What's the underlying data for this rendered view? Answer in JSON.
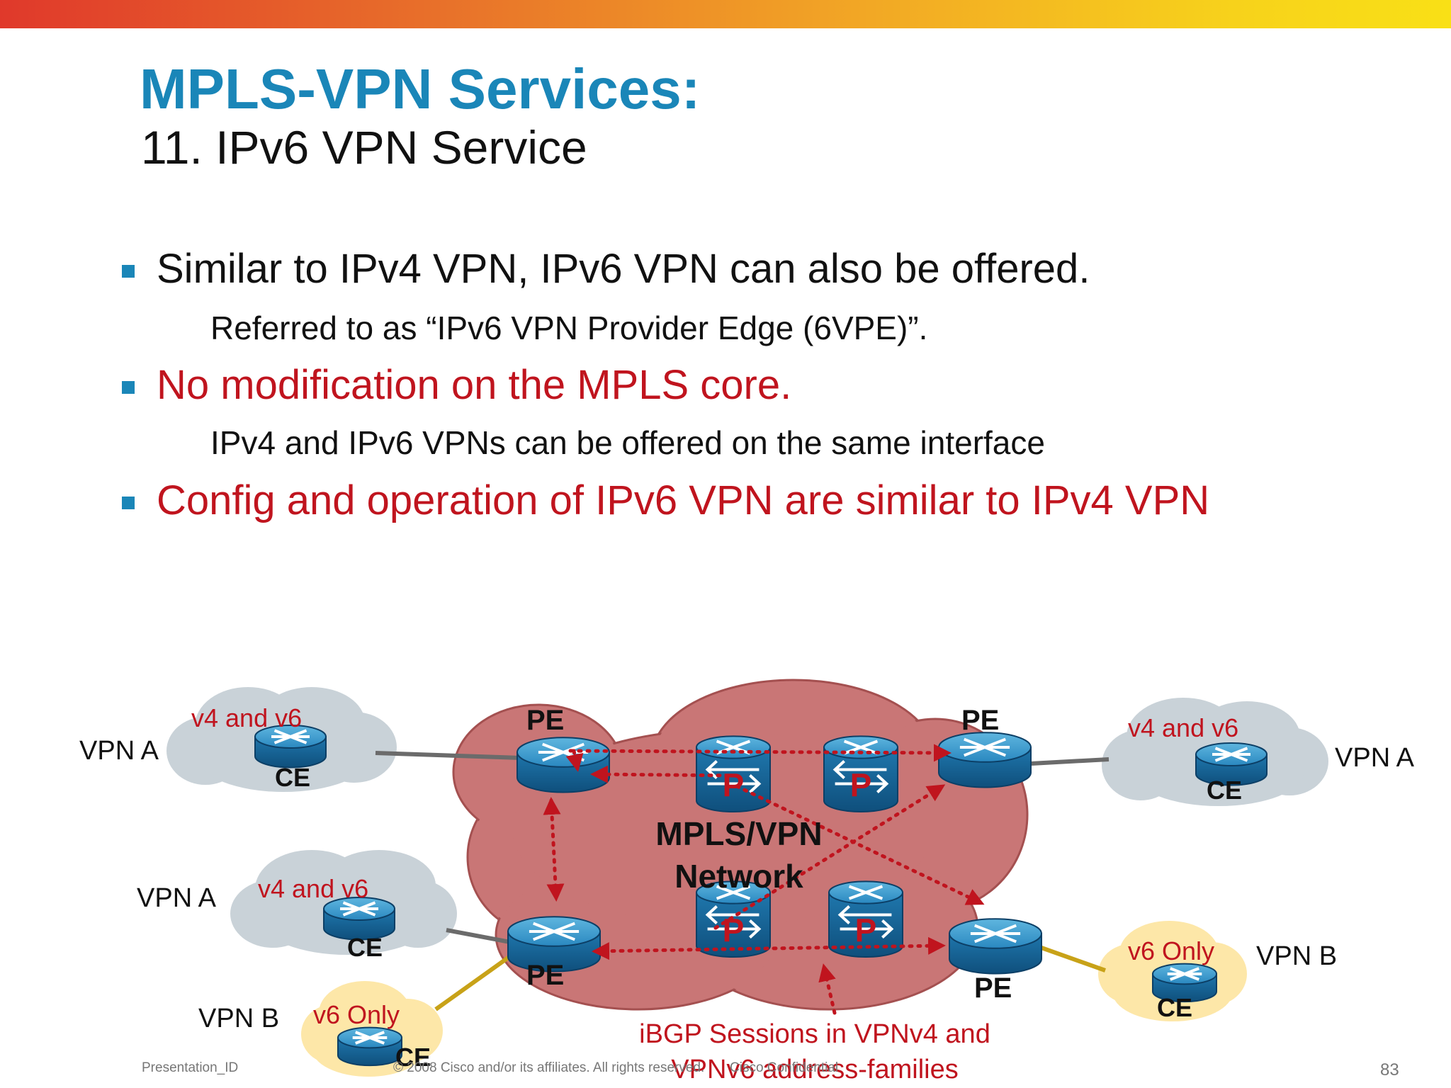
{
  "slide": {
    "title": "MPLS-VPN Services:",
    "subtitle": "11. IPv6 VPN Service",
    "bullets": [
      {
        "text": "Similar to IPv4 VPN, IPv6 VPN can also be offered.",
        "sub": "Referred to as “IPv6 VPN Provider Edge (6VPE)”."
      },
      {
        "text": "No modification on the MPLS core.",
        "sub": "IPv4 and IPv6 VPNs can be offered on the same interface"
      },
      {
        "text": "Config and operation of IPv6 VPN are similar to IPv4 VPN",
        "sub": ""
      }
    ],
    "colors": {
      "accent": "#1a86b8",
      "highlight": "#c0141e",
      "core_cloud": "#c97676",
      "v4v6_cloud": "#c9d2d8",
      "v6_cloud": "#fde7a8"
    }
  },
  "diagram": {
    "core_label": [
      "MPLS/VPN",
      "Network"
    ],
    "pe_label": "PE",
    "ce_label": "CE",
    "p_label": "P",
    "sites": [
      {
        "vpn": "VPN A",
        "cloud": "v4 and v6"
      },
      {
        "vpn": "VPN A",
        "cloud": "v4 and v6"
      },
      {
        "vpn": "VPN B",
        "cloud": "v6 Only"
      },
      {
        "vpn": "VPN A",
        "cloud": "v4 and v6"
      },
      {
        "vpn": "VPN B",
        "cloud": "v6 Only"
      }
    ],
    "ibgp_label": [
      "iBGP Sessions in VPNv4 and",
      "VPNv6 address-families"
    ]
  },
  "footer": {
    "left": "Presentation_ID",
    "center": "© 2008 Cisco and/or its affiliates. All rights reserved.",
    "right": "Cisco Confidential",
    "page": "83"
  }
}
